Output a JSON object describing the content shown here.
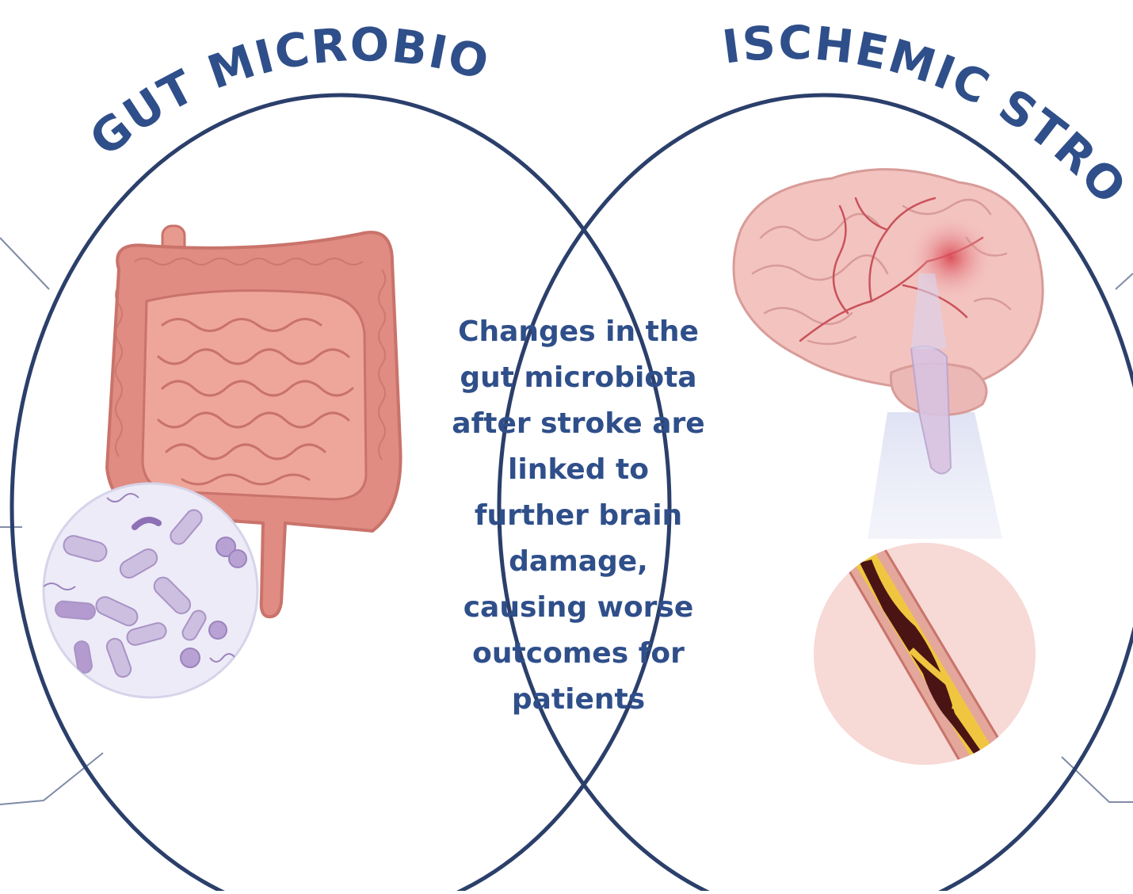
{
  "titles": {
    "left": "GUT MICROBIOTA",
    "right": "ISCHEMIC STROKE"
  },
  "center_text": {
    "lines": [
      "Changes in the",
      "gut microbiota",
      "after stroke are",
      "linked to",
      "further brain",
      "damage,",
      "causing worse",
      "outcomes for",
      "patients"
    ]
  },
  "colors": {
    "navy": "#2b3f6b",
    "title_blue": "#2f4f8a",
    "intestine": "#e79a8e",
    "intestine_dark": "#c9736a",
    "bacteria_bg": "#ecebf7",
    "bacteria": "#b9a5cf",
    "brain": "#f3c3c0",
    "brain_vein": "#c9535a",
    "artery_bg": "#f7d9d6",
    "artery_plaque": "#f0c640",
    "artery_clot": "#4a1414"
  },
  "icons": [
    "intestine-icon",
    "bacteria-icon",
    "brain-icon",
    "artery-icon"
  ]
}
